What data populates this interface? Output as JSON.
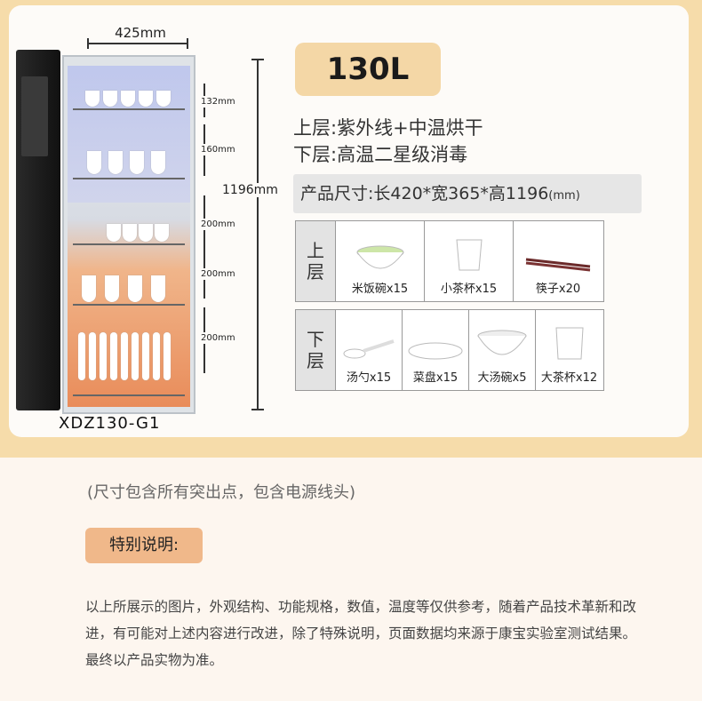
{
  "product": {
    "width_label": "425mm",
    "height_label": "1196mm",
    "model": "XDZ130-G1",
    "capacity": "130L",
    "segments": [
      "132mm",
      "160mm",
      "200mm",
      "200mm",
      "200mm"
    ],
    "upper_feature": "上层:紫外线+中温烘干",
    "lower_feature": "下层:高温二星级消毒",
    "size_text": "产品尺寸:长420*宽365*高1196",
    "size_unit": "(mm)"
  },
  "upper_tier": {
    "label": "上\n层",
    "items": [
      {
        "icon": "rice-bowl-icon",
        "label": "米饭碗x15"
      },
      {
        "icon": "small-cup-icon",
        "label": "小茶杯x15"
      },
      {
        "icon": "chopsticks-icon",
        "label": "筷子x20"
      }
    ]
  },
  "lower_tier": {
    "label": "下\n层",
    "items": [
      {
        "icon": "spoon-icon",
        "label": "汤勺x15"
      },
      {
        "icon": "plate-icon",
        "label": "菜盘x15"
      },
      {
        "icon": "soup-bowl-icon",
        "label": "大汤碗x5"
      },
      {
        "icon": "large-cup-icon",
        "label": "大茶杯x12"
      }
    ]
  },
  "note": "(尺寸包含所有突出点，包含电源线头)",
  "special": {
    "title": "特别说明:",
    "body": "以上所展示的图片，外观结构、功能规格，数值，温度等仅供参考，随着产品技术革新和改进，有可能对上述内容进行改进，除了特殊说明，页面数据均来源于康宝实验室测试结果。最终以产品实物为准。"
  },
  "colors": {
    "accent": "#f6dcaa",
    "pill": "#f4d7a6",
    "tag": "#f0b88a"
  }
}
